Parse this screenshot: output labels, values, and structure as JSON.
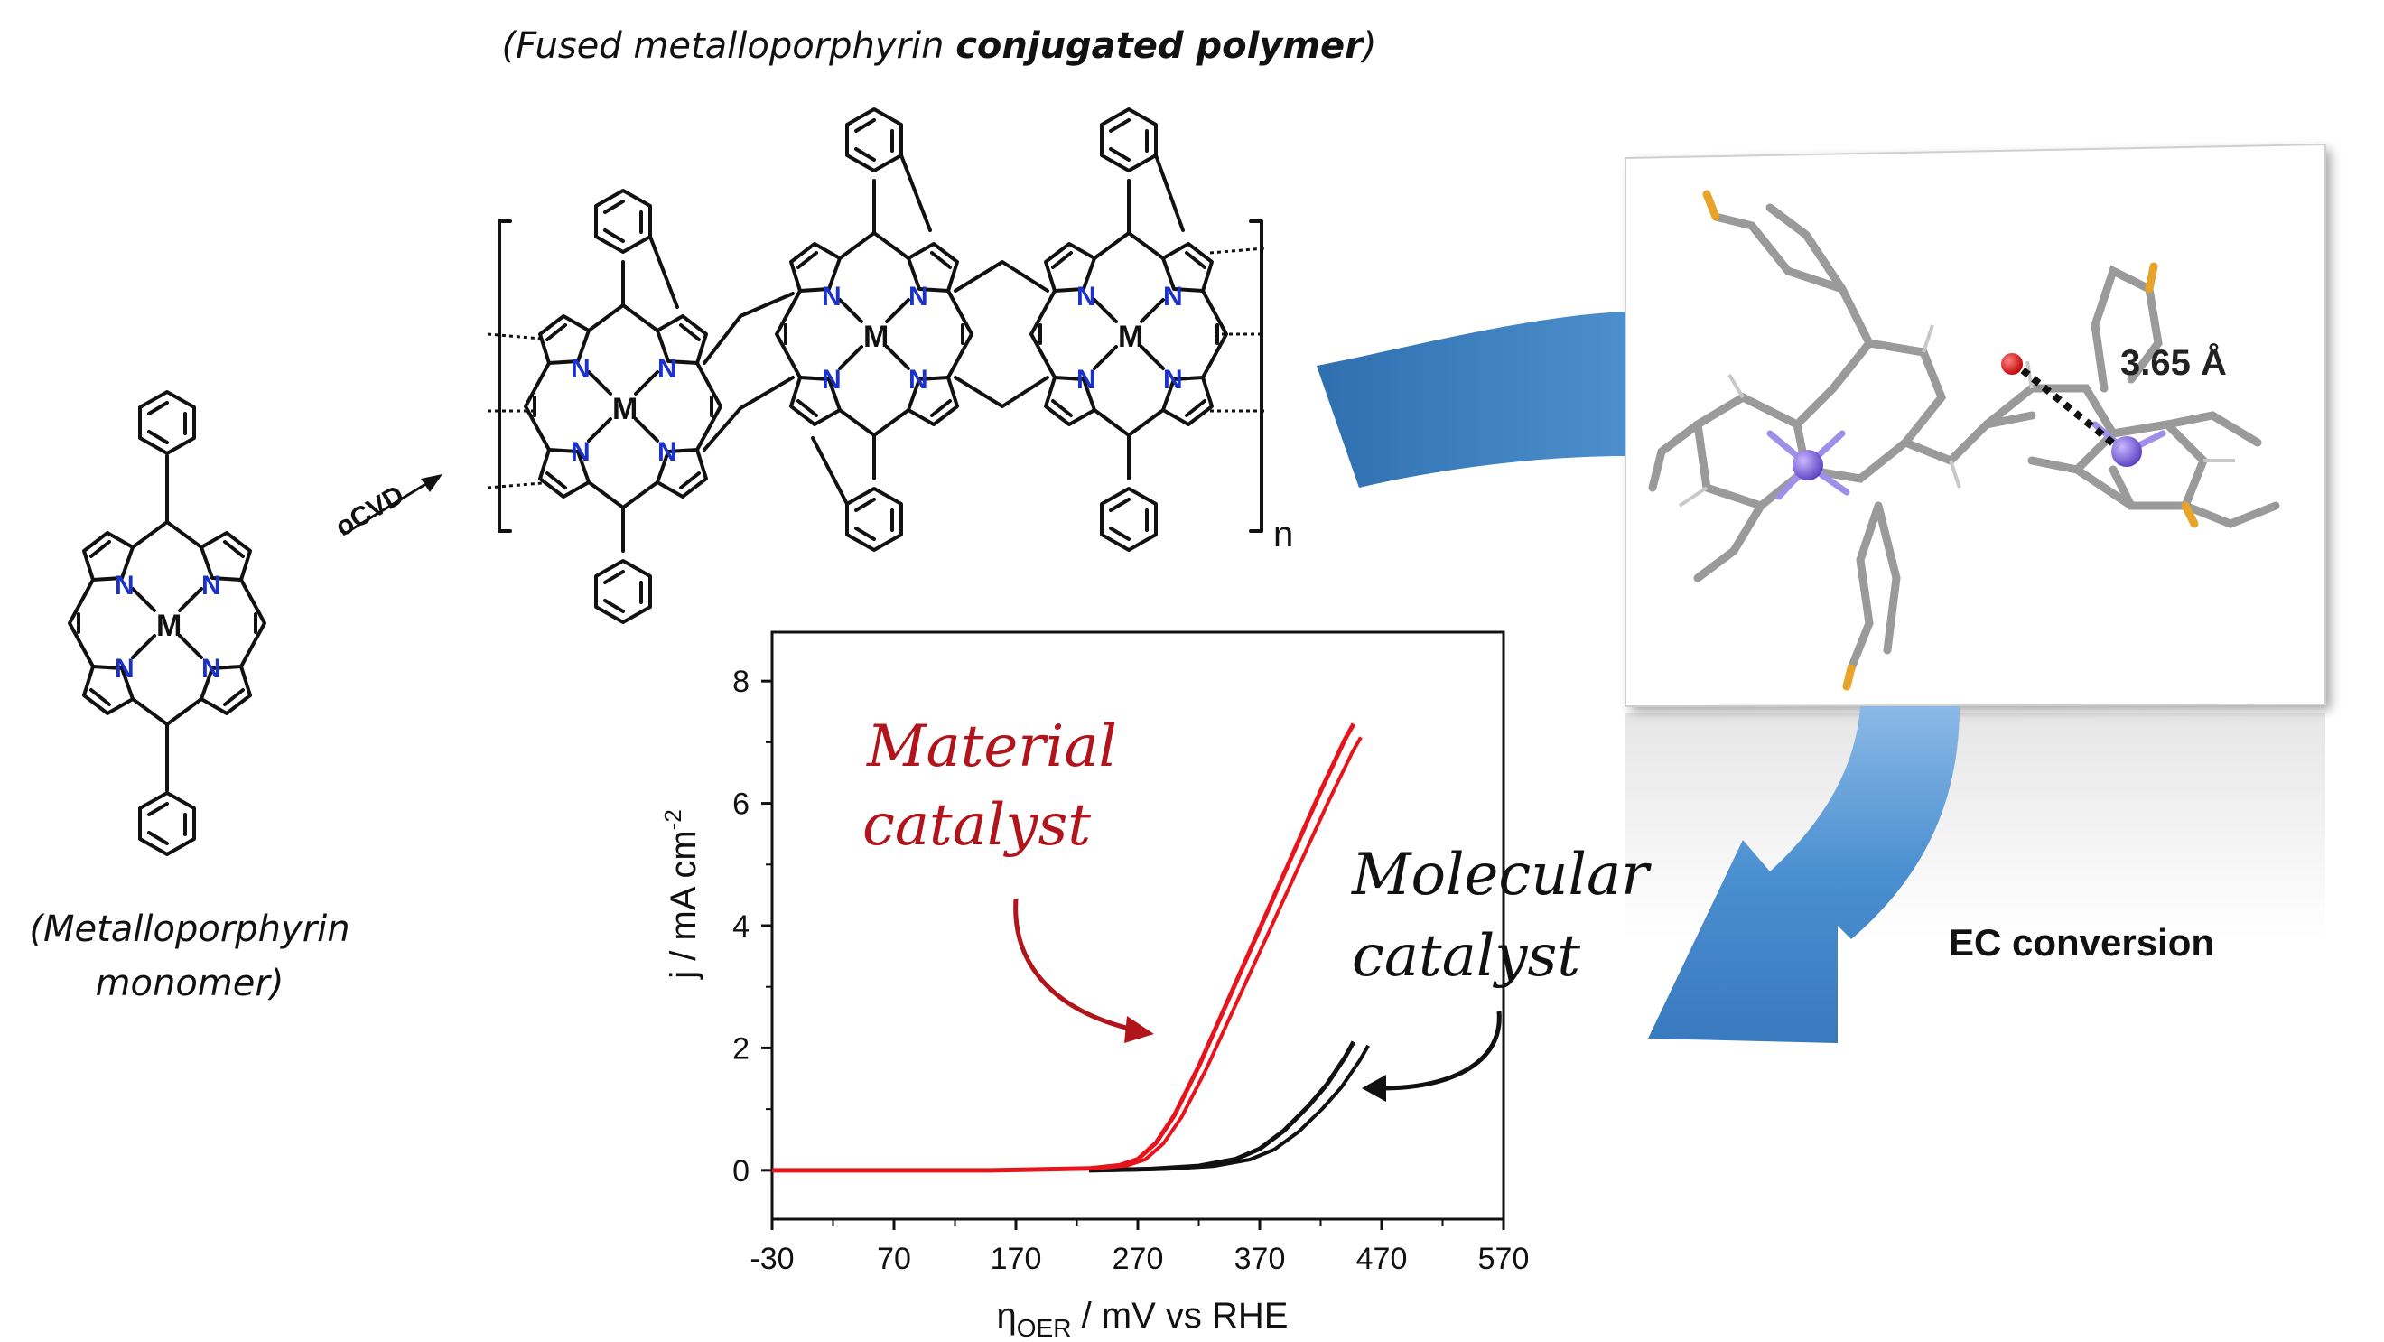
{
  "labels": {
    "polymer_caption_pre": "(Fused metalloporphyrin ",
    "polymer_caption_bold": "conjugated polymer",
    "polymer_caption_post": ")",
    "monomer_caption_line1": "(Metalloporphyrin",
    "monomer_caption_line2": "monomer)",
    "reaction_arrow": "oCVD",
    "repeat_subscript": "n",
    "distance": "3.65 Å",
    "ec_conversion": "EC conversion",
    "material_line1": "Material",
    "material_line2": "catalyst",
    "molecular_line1": "Molecular",
    "molecular_line2": "catalyst",
    "atom_n": "N",
    "atom_m": "M"
  },
  "colors": {
    "material": "#e8141b",
    "material_text": "#b1141a",
    "molecular": "#111111",
    "nitrogen": "#1a32c8",
    "arrow_blue": "#3d82c4",
    "metal_sphere": "#7b5fd6"
  },
  "chart_data": {
    "type": "line",
    "xlim": [
      -30,
      570
    ],
    "ylim": [
      -0.8,
      8.8
    ],
    "xticks": [
      -30,
      70,
      170,
      270,
      370,
      470,
      570
    ],
    "yticks": [
      0,
      2,
      4,
      6,
      8
    ],
    "xlabel_main": "η",
    "xlabel_sub": "OER",
    "xlabel_rest": " / mV vs RHE",
    "ylabel": "j / mA cm",
    "ylabel_sup": "-2",
    "grid": false,
    "series": [
      {
        "name": "Material catalyst",
        "x": [
          -30,
          50,
          150,
          230,
          255,
          270,
          285,
          300,
          320,
          340,
          360,
          380,
          400,
          420,
          440,
          447
        ],
        "y": [
          0,
          0,
          0,
          0.03,
          0.08,
          0.18,
          0.45,
          0.9,
          1.7,
          2.6,
          3.5,
          4.4,
          5.3,
          6.2,
          7.05,
          7.3
        ]
      },
      {
        "name": "Molecular catalyst",
        "x": [
          230,
          280,
          320,
          350,
          370,
          390,
          410,
          425,
          440,
          447
        ],
        "y": [
          0,
          0.02,
          0.07,
          0.18,
          0.35,
          0.65,
          1.05,
          1.4,
          1.85,
          2.1
        ]
      }
    ]
  }
}
